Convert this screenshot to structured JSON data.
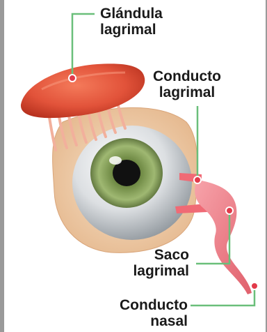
{
  "labels": {
    "gland": [
      "Glándula",
      "lagrimal"
    ],
    "duct": [
      "Conducto",
      "lagrimal"
    ],
    "sac": [
      "Saco",
      "lagrimal"
    ],
    "nasal": [
      "Conducto",
      "nasal"
    ]
  },
  "colors": {
    "leader": "#6abf7a",
    "gland": "#e2533a",
    "sac": "#f28b94",
    "tissue": "#f2d3b0",
    "iris": "#7a9a4a",
    "dot_fill": "#e23a4a"
  }
}
